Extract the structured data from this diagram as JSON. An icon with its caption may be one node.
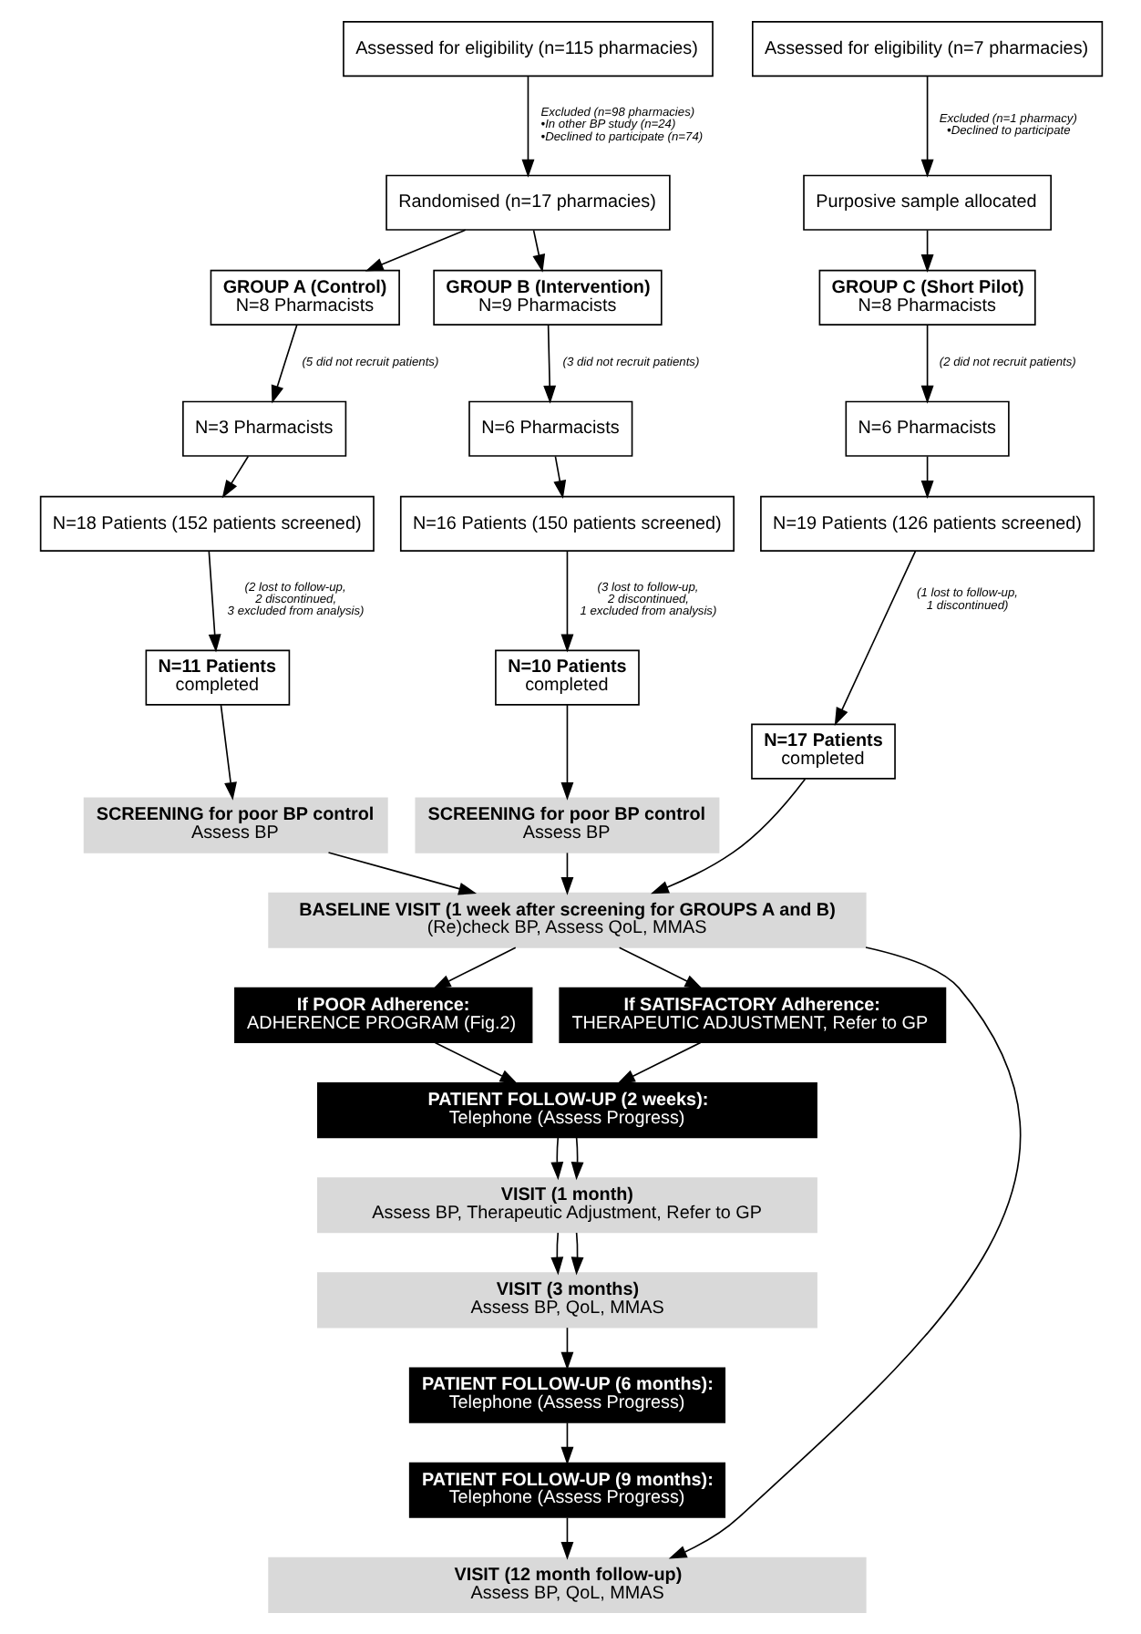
{
  "diagram": {
    "nodes": [
      {
        "text": [
          "Assessed for eligibility (n=115 pharmacies)"
        ]
      },
      {
        "text": [
          "Assessed for eligibility (n=7 pharmacies)"
        ]
      },
      {
        "text": [
          "Randomised (n=17 pharmacies)"
        ]
      },
      {
        "text": [
          "Purposive sample allocated"
        ]
      },
      {
        "text": [
          "GROUP A (Control)",
          "N=8 Pharmacists"
        ]
      },
      {
        "text": [
          "GROUP B (Intervention)",
          "N=9 Pharmacists"
        ]
      },
      {
        "text": [
          "GROUP C (Short Pilot)",
          "N=8 Pharmacists"
        ]
      },
      {
        "text": [
          "N=3 Pharmacists"
        ]
      },
      {
        "text": [
          "N=6 Pharmacists"
        ]
      },
      {
        "text": [
          "N=6 Pharmacists"
        ]
      },
      {
        "text": [
          "N=18 Patients (152 patients screened)"
        ]
      },
      {
        "text": [
          "N=16 Patients (150 patients screened)"
        ]
      },
      {
        "text": [
          "N=19 Patients (126 patients screened)"
        ]
      },
      {
        "text": [
          "N=11 Patients",
          "completed"
        ]
      },
      {
        "text": [
          "N=10 Patients",
          "completed"
        ]
      },
      {
        "text": [
          "N=17 Patients",
          "completed"
        ]
      },
      {
        "text": [
          "SCREENING for poor BP control",
          "Assess BP"
        ]
      },
      {
        "text": [
          "SCREENING for poor BP control",
          "Assess BP"
        ]
      },
      {
        "text": [
          "BASELINE VISIT (1 week after screening for GROUPS A and B)",
          "(Re)check BP, Assess QoL, MMAS"
        ]
      },
      {
        "text": [
          "If POOR Adherence:",
          "ADHERENCE PROGRAM (Fig.2)"
        ]
      },
      {
        "text": [
          "If SATISFACTORY Adherence:",
          "THERAPEUTIC ADJUSTMENT, Refer to GP"
        ]
      },
      {
        "text": [
          "PATIENT FOLLOW-UP (2 weeks):",
          "Telephone (Assess Progress)"
        ]
      },
      {
        "text": [
          "VISIT (1 month)",
          "Assess BP, Therapeutic Adjustment, Refer to GP"
        ]
      },
      {
        "text": [
          "VISIT (3 months)",
          "Assess BP, QoL, MMAS"
        ]
      },
      {
        "text": [
          "PATIENT FOLLOW-UP (6 months):",
          "Telephone (Assess Progress)"
        ]
      },
      {
        "text": [
          "PATIENT FOLLOW-UP (9 months):",
          "Telephone (Assess Progress)"
        ]
      },
      {
        "text": [
          "VISIT (12 month follow-up)",
          "Assess BP, QoL, MMAS"
        ]
      }
    ],
    "edges": [
      {
        "from": 0,
        "to": 2,
        "arrow": "to",
        "label": "Excluded (n=98 pharmacies) •In other BP study (n=24) •Declined to participate (n=74)"
      },
      {
        "from": 1,
        "to": 3,
        "arrow": "to",
        "label": "Excluded (n=1 pharmacy) •Declined to participate"
      },
      {
        "from": 2,
        "to": 4,
        "arrow": "to"
      },
      {
        "from": 2,
        "to": 5,
        "arrow": "to"
      },
      {
        "from": 3,
        "to": 6,
        "arrow": "to"
      },
      {
        "from": 4,
        "to": 7,
        "arrow": "to",
        "label": "(5 did not recruit patients)"
      },
      {
        "from": 5,
        "to": 8,
        "arrow": "to",
        "label": "(3 did not recruit patients)"
      },
      {
        "from": 6,
        "to": 9,
        "arrow": "to",
        "label": "(2 did not recruit patients)"
      },
      {
        "from": 7,
        "to": 10,
        "arrow": "to"
      },
      {
        "from": 8,
        "to": 11,
        "arrow": "to"
      },
      {
        "from": 9,
        "to": 12,
        "arrow": "to"
      },
      {
        "from": 10,
        "to": 13,
        "arrow": "to",
        "label": "(2 lost to follow-up, 2 discontinued, 3 excluded from analysis)"
      },
      {
        "from": 11,
        "to": 14,
        "arrow": "to",
        "label": "(3 lost to follow-up, 2 discontinued, 1 excluded from analysis)"
      },
      {
        "from": 12,
        "to": 15,
        "arrow": "to",
        "label": "(1 lost to follow-up, 1 discontinued)"
      },
      {
        "from": 13,
        "to": 16,
        "arrow": "to"
      },
      {
        "from": 14,
        "to": 17,
        "arrow": "to"
      },
      {
        "from": 16,
        "to": 18,
        "arrow": "to"
      },
      {
        "from": 17,
        "to": 18,
        "arrow": "to"
      },
      {
        "from": 15,
        "to": 18,
        "arrow": "to"
      },
      {
        "from": 18,
        "to": 19,
        "arrow": "to"
      },
      {
        "from": 18,
        "to": 20,
        "arrow": "to"
      },
      {
        "from": 18,
        "to": 26,
        "arrow": "to"
      },
      {
        "from": 19,
        "to": 21,
        "arrow": "to"
      },
      {
        "from": 20,
        "to": 21,
        "arrow": "to"
      },
      {
        "from": 21,
        "to": 22,
        "arrow": "to"
      },
      {
        "from": 21,
        "to": 22,
        "arrow": "to"
      },
      {
        "from": 22,
        "to": 23,
        "arrow": "to"
      },
      {
        "from": 22,
        "to": 23,
        "arrow": "to"
      },
      {
        "from": 23,
        "to": 24,
        "arrow": "to"
      },
      {
        "from": 24,
        "to": 25,
        "arrow": "to"
      },
      {
        "from": 25,
        "to": 26,
        "arrow": "to"
      }
    ]
  }
}
